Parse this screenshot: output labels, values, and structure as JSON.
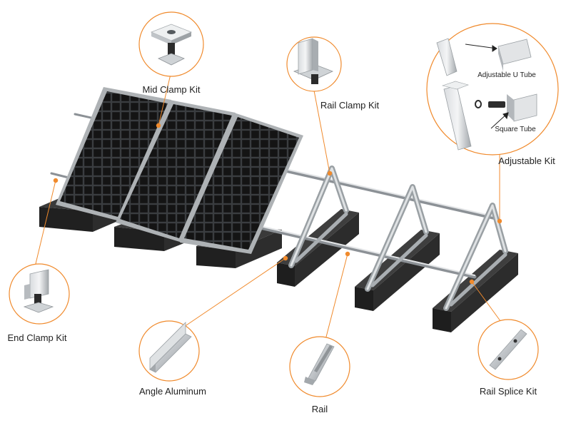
{
  "labels": {
    "mid_clamp_kit": "Mid Clamp Kit",
    "rail_clamp_kit": "Rail Clamp Kit",
    "adjustable_kit": "Adjustable Kit",
    "adjustable_u_tube": "Adjustable U Tube",
    "square_tube": "Square Tube",
    "end_clamp_kit": "End Clamp Kit",
    "angle_aluminum": "Angle Aluminum",
    "rail": "Rail",
    "rail_splice_kit": "Rail Splice Kit"
  },
  "colors": {
    "accent": "#f08a2c",
    "panel": "#1a1a1a",
    "frame": "#a7abaf",
    "ballast": "#262626",
    "aluminum": "#c4c8cc"
  }
}
